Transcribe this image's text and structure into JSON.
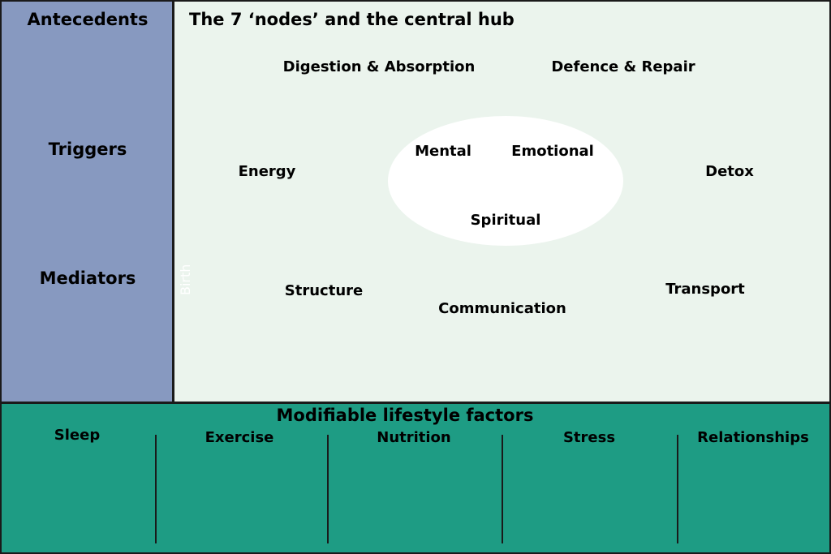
{
  "left": {
    "antecedents": "Antecedents",
    "triggers": "Triggers",
    "mediators": "Mediators"
  },
  "main": {
    "title": "The 7 ‘nodes’ and the central hub",
    "birth": "Birth",
    "nodes": {
      "digestion": "Digestion & Absorption",
      "defence": "Defence & Repair",
      "energy": "Energy",
      "detox": "Detox",
      "structure": "Structure",
      "communication": "Communication",
      "transport": "Transport"
    },
    "hub": {
      "mental": "Mental",
      "emotional": "Emotional",
      "spiritual": "Spiritual"
    }
  },
  "bottom": {
    "title": "Modifiable lifestyle factors",
    "factors": [
      "Sleep",
      "Exercise",
      "Nutrition",
      "Stress",
      "Relationships"
    ]
  },
  "colors": {
    "left": "#8799c0",
    "main": "#ebf4ed",
    "bottom": "#1e9c84"
  }
}
